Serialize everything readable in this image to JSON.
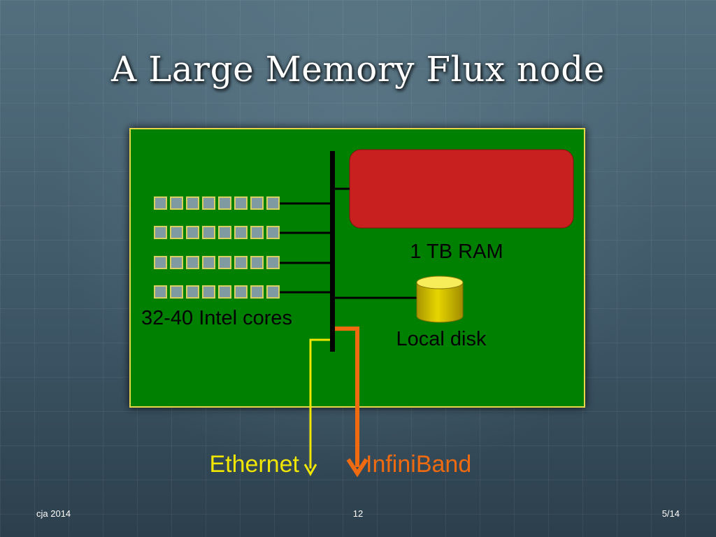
{
  "slide": {
    "title": "A Large Memory Flux node"
  },
  "diagram": {
    "ram_label": "1 TB RAM",
    "cores_label": "32-40 Intel cores",
    "disk_label": "Local disk",
    "ethernet_label": "Ethernet",
    "infiniband_label": "InfiniBand"
  },
  "colors": {
    "board": "#008000",
    "ram": "#c81f1f",
    "disk": "#d4c300",
    "ethernet": "#f0e600",
    "infiniband": "#f06a10",
    "core": "#7f9aa0"
  },
  "footer": {
    "author": "cja 2014",
    "page": "12",
    "counter": "5/14"
  }
}
